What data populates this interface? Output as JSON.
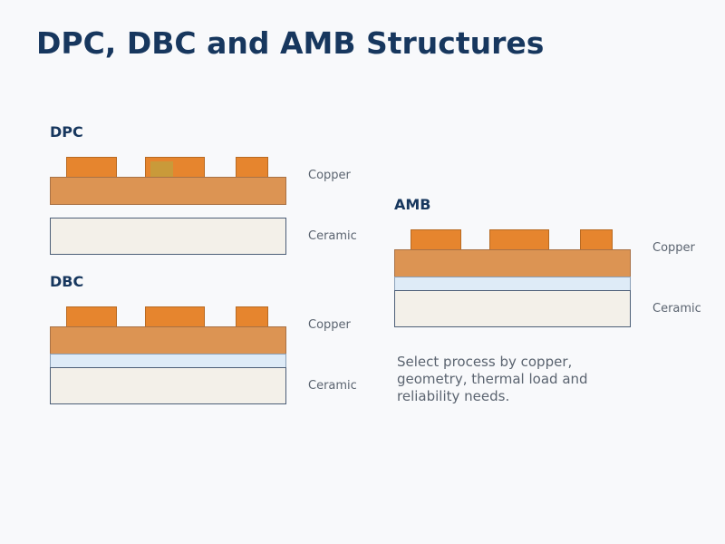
{
  "title": "DPC, DBC and AMB Structures",
  "sections": {
    "dpc": {
      "title": "DPC",
      "copper_label": "Copper",
      "ceramic_label": "Ceramic"
    },
    "dbc": {
      "title": "DBC",
      "copper_label": "Copper",
      "ceramic_label": "Ceramic"
    },
    "amb": {
      "title": "AMB",
      "copper_label": "Copper",
      "ceramic_label": "Ceramic"
    }
  },
  "note": "Select process by copper, geometry, thermal load and reliability needs.",
  "colors": {
    "title": "#17375e",
    "copper_pad": "#e6852e",
    "copper_layer": "#dc9453",
    "bond_layer": "#deebf7",
    "ceramic": "#f3f0e9",
    "via": "#c99a3a",
    "label": "#5b6470"
  }
}
